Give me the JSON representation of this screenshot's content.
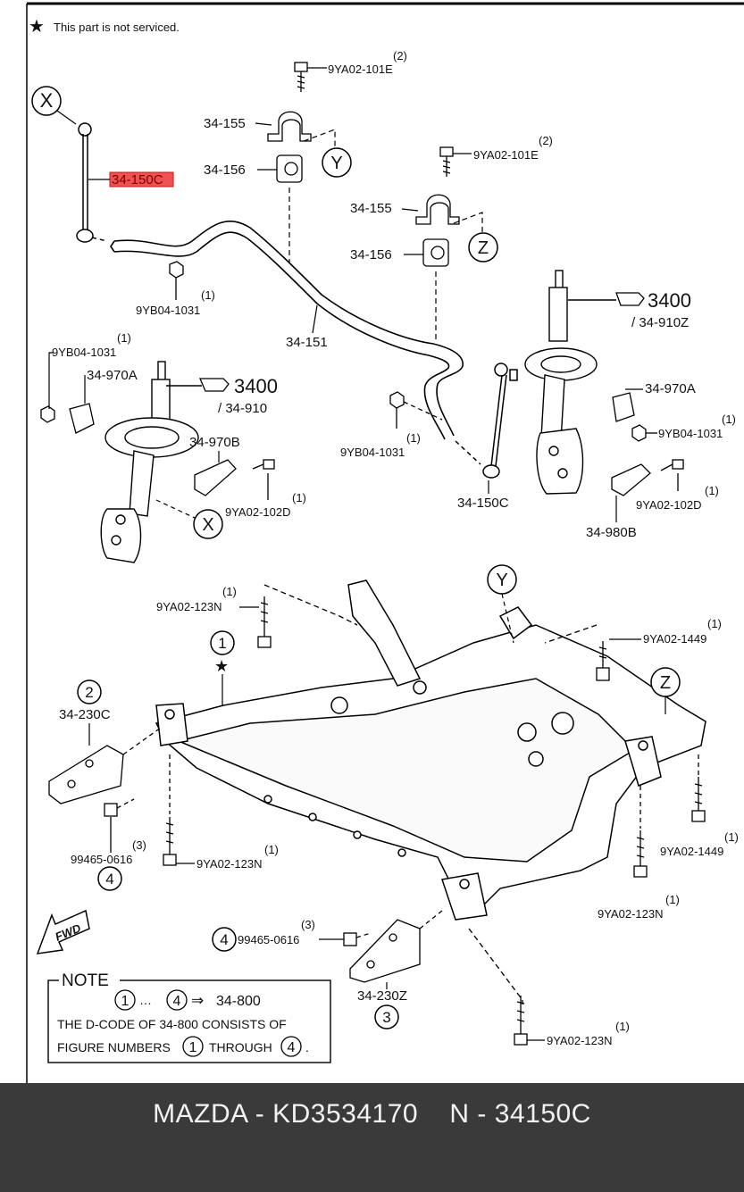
{
  "legend": {
    "symbol": "★",
    "text": "This part is not serviced."
  },
  "note": {
    "title": "NOTE",
    "range_start": "1",
    "range_end": "4",
    "range_sep": "…",
    "arrow": "⇒",
    "code": "34-800",
    "line2": "THE D-CODE OF  34-800  CONSISTS OF",
    "line3_pre": "FIGURE NUMBERS",
    "line3_mid": "THROUGH",
    "line3_end": "."
  },
  "fwd_label": "FWD",
  "callouts": {
    "x": "X",
    "y": "Y",
    "z": "Z",
    "n1": "1",
    "n2": "2",
    "n3": "3",
    "n4": "4"
  },
  "parts": {
    "p_34_150c_highlight": "34-150C",
    "p_34_150c": "34-150C",
    "p_34_151": "34-151",
    "p_34_155_a": "34-155",
    "p_34_155_b": "34-155",
    "p_34_156_a": "34-156",
    "p_34_156_b": "34-156",
    "p_34_970a_left": "34-970A",
    "p_34_970a_right": "34-970A",
    "p_34_970b": "34-970B",
    "p_34_980b": "34-980B",
    "p_34_230c": "34-230C",
    "p_34_230z": "34-230Z",
    "p_3400_left": "3400",
    "p_34_910": "/ 34-910",
    "p_3400_right": "3400",
    "p_34_910z": "/ 34-910Z"
  },
  "fasteners": {
    "f_101e_a": "9YA02-101E",
    "f_101e_a_q": "(2)",
    "f_101e_b": "9YA02-101E",
    "f_101e_b_q": "(2)",
    "f_1031_a": "9YB04-1031",
    "f_1031_a_q": "(1)",
    "f_1031_b": "9YB04-1031",
    "f_1031_b_q": "(1)",
    "f_1031_c": "9YB04-1031",
    "f_1031_c_q": "(1)",
    "f_1031_d": "9YB04-1031",
    "f_1031_d_q": "(1)",
    "f_102d_a": "9YA02-102D",
    "f_102d_a_q": "(1)",
    "f_102d_b": "9YA02-102D",
    "f_102d_b_q": "(1)",
    "f_123n_a": "9YA02-123N",
    "f_123n_a_q": "(1)",
    "f_123n_b": "9YA02-123N",
    "f_123n_b_q": "(1)",
    "f_123n_c": "9YA02-123N",
    "f_123n_c_q": "(1)",
    "f_123n_d": "9YA02-123N",
    "f_123n_d_q": "(1)",
    "f_1449_a": "9YA02-1449",
    "f_1449_a_q": "(1)",
    "f_1449_b": "9YA02-1449",
    "f_1449_b_q": "(1)",
    "f_0616_a": "99465-0616",
    "f_0616_a_q": "(3)",
    "f_0616_b": "99465-0616",
    "f_0616_b_q": "(3)"
  },
  "footer": {
    "title": "MAZDA - KD3534170    N - 34150C"
  },
  "colors": {
    "highlight": "#e53935",
    "footer_bg": "#3a3a3a",
    "footer_text": "#f2f2f2"
  }
}
